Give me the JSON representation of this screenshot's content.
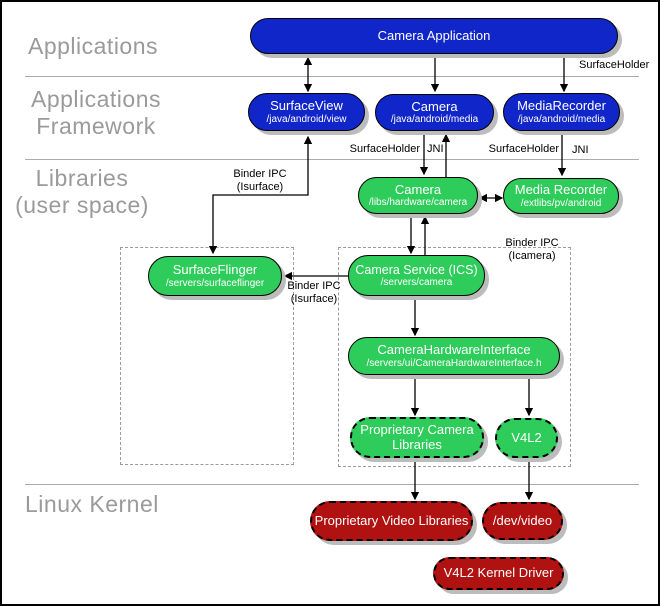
{
  "layers": {
    "applications": {
      "label": "Applications"
    },
    "framework": {
      "label": "Applications\nFramework"
    },
    "libraries": {
      "label": "Libraries\n(user space)"
    },
    "kernel": {
      "label": "Linux Kernel"
    }
  },
  "nodes": {
    "camera_application": {
      "title": "Camera Application"
    },
    "surfaceview": {
      "title": "SurfaceView",
      "path": "/java/android/view"
    },
    "camera_java": {
      "title": "Camera",
      "path": "/java/android/media"
    },
    "mediarecorder_java": {
      "title": "MediaRecorder",
      "path": "/java/android/media"
    },
    "camera_libs": {
      "title": "Camera",
      "path": "/libs/hardware/camera"
    },
    "media_recorder_libs": {
      "title": "Media Recorder",
      "path": "/extlibs/pv/android"
    },
    "surfaceflinger": {
      "title": "SurfaceFlinger",
      "path": "/servers/surfaceflinger"
    },
    "camera_service": {
      "title": "Camera Service (ICS)",
      "path": "/servers/camera"
    },
    "camera_hardware_interface": {
      "title": "CameraHardwareInterface",
      "path": "/servers/ui/CameraHardwareInterface.h"
    },
    "proprietary_camera_libraries": {
      "title": "Proprietary Camera Libraries"
    },
    "v4l2": {
      "title": "V4L2"
    },
    "proprietary_video_libraries": {
      "title": "Proprietary Video Libraries"
    },
    "dev_video": {
      "title": "/dev/video"
    },
    "v4l2_kernel_driver": {
      "title": "V4L2 Kernel Driver"
    }
  },
  "edge_labels": {
    "surface_holder_app": "SurfaceHolder",
    "surface_holder_camera": "SurfaceHolder",
    "jni_camera": "JNI",
    "surface_holder_recorder": "SurfaceHolder",
    "jni_recorder": "JNI",
    "binder_ipc_isurface_upper": "Binder IPC\n(Isurface)",
    "binder_ipc_isurface_mid": "Binder IPC\n(Isurface)",
    "binder_ipc_icamera": "Binder IPC\n(Icamera)"
  },
  "colors": {
    "framework_blue": "#1126c8",
    "userspace_green": "#2ecc5a",
    "kernel_red": "#b01111",
    "layer_label_gray": "#9a9a9a",
    "shadow_gray": "#bcbcbc"
  }
}
